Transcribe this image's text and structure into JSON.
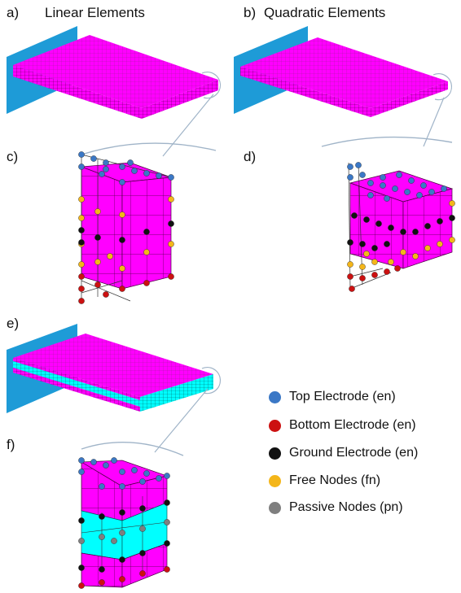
{
  "panels": {
    "a": {
      "label": "a)",
      "title": "Linear Elements"
    },
    "b": {
      "label": "b)",
      "title": "Quadratic Elements"
    },
    "c": {
      "label": "c)"
    },
    "d": {
      "label": "d)"
    },
    "e": {
      "label": "e)"
    },
    "f": {
      "label": "f)"
    }
  },
  "legend": [
    {
      "label": "Top Electrode (en)",
      "color": "#3b78c6"
    },
    {
      "label": "Bottom Electrode (en)",
      "color": "#cc1111"
    },
    {
      "label": "Ground Electrode (en)",
      "color": "#111111"
    },
    {
      "label": "Free Nodes (fn)",
      "color": "#f4b61a"
    },
    {
      "label": "Passive Nodes (pn)",
      "color": "#7f7f7f"
    }
  ],
  "colors": {
    "piezo": "#ff00ff",
    "passive_layer": "#00ffff",
    "clamp": "#1e9bd7",
    "mesh_line": "#5a0050"
  }
}
